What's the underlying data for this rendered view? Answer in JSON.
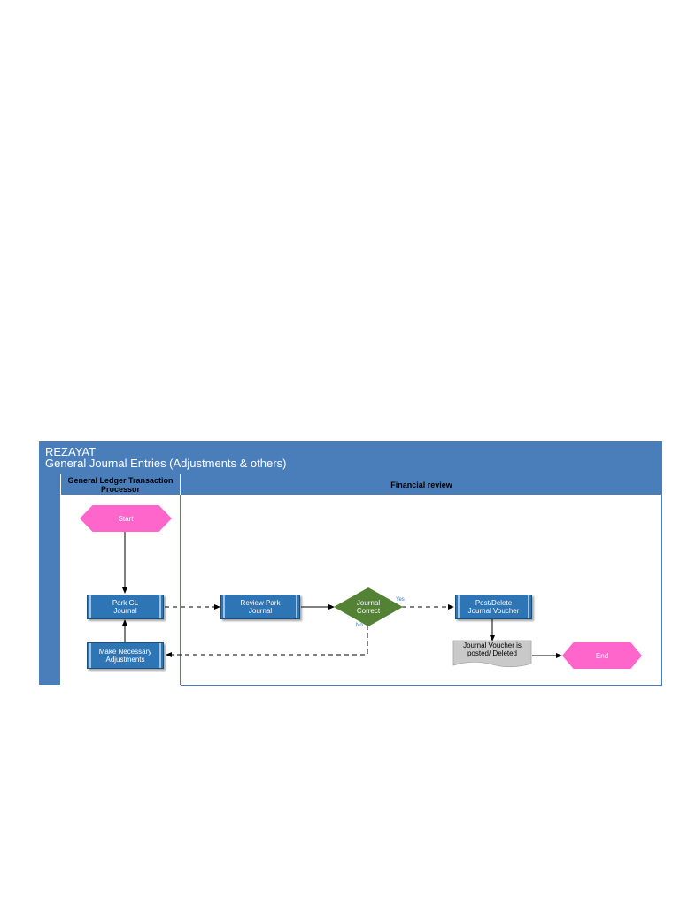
{
  "header": {
    "line1": "REZAYAT",
    "line2": "General Journal Entries (Adjustments & others)"
  },
  "lanes": [
    {
      "title": "General Ledger Transaction Processor"
    },
    {
      "title": "Financial review"
    }
  ],
  "nodes": {
    "start": "Start",
    "park": "Park GL Journal",
    "adjust": "Make Necessary Adjustments",
    "review": "Review Park Journal",
    "decision": "Journal Correct",
    "post": "Post/Delete Journal Voucher",
    "doc": "Journal Voucher is posted/ Deleted",
    "end": "End"
  },
  "edge_labels": {
    "yes": "Yes",
    "no": "No"
  },
  "colors": {
    "header": "#4a7ebb",
    "process": "#2e75b6",
    "terminal": "#ff66cc",
    "decision": "#548235",
    "document": "#c9c9c9"
  }
}
